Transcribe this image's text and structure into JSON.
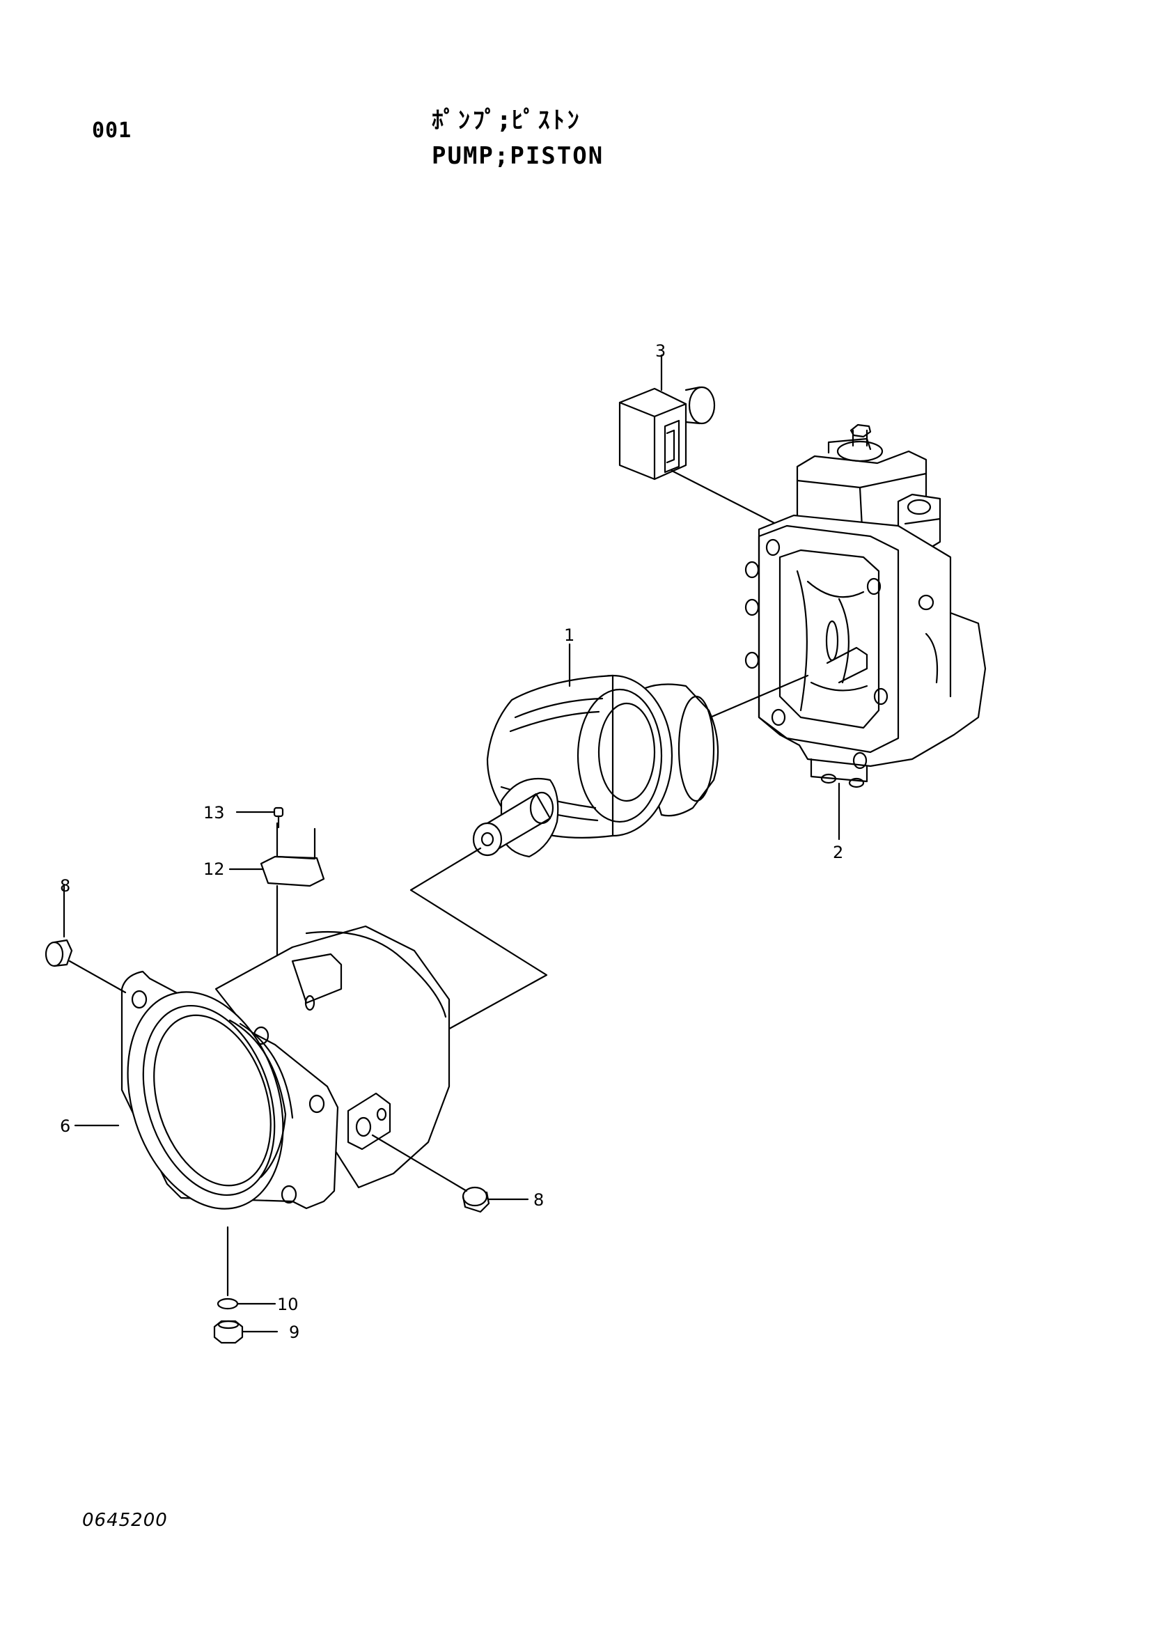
{
  "page": {
    "page_number": "001",
    "title_ja": "ﾎﾟﾝﾌﾟ;ﾋﾟｽﾄﾝ",
    "title_en": "PUMP;PISTON",
    "drawing_code": "0645200"
  },
  "callouts": {
    "c1": "1",
    "c2": "2",
    "c3": "3",
    "c6": "6",
    "c8a": "8",
    "c8b": "8",
    "c9": "9",
    "c10": "10",
    "c12": "12",
    "c13": "13"
  },
  "colors": {
    "ink": "#000000",
    "paper": "#ffffff"
  }
}
